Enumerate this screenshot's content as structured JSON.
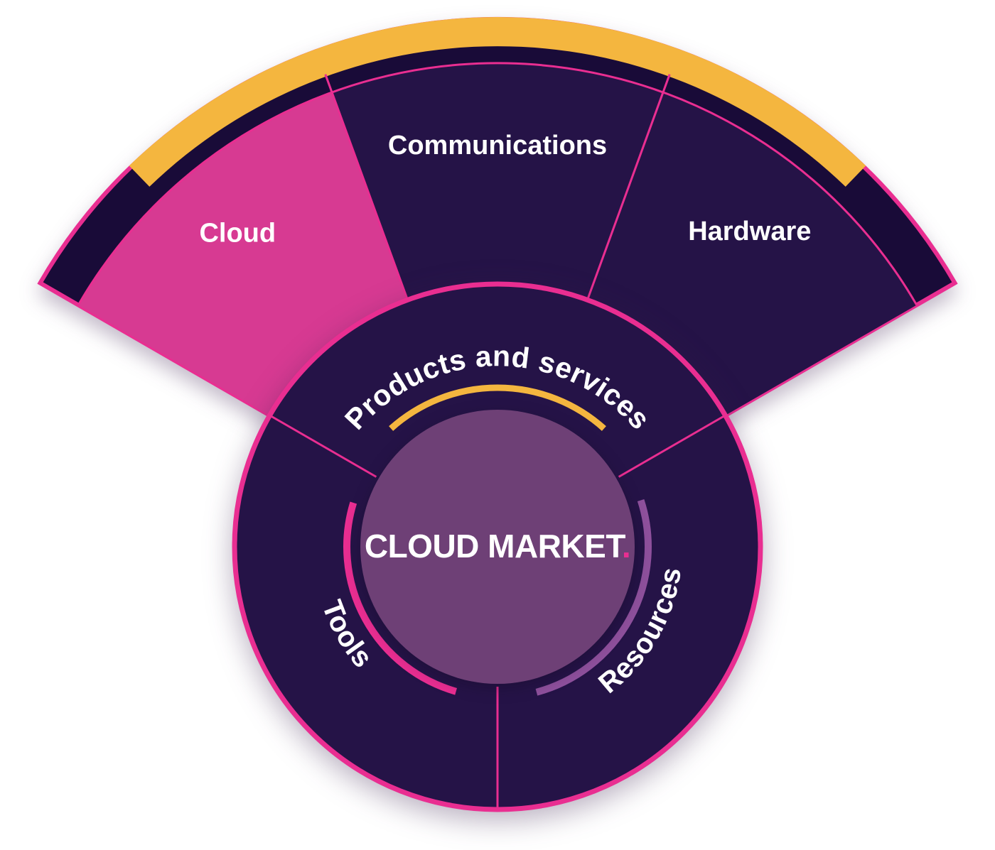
{
  "diagram": {
    "center": {
      "title": "CLOUD MARKET",
      "title_suffix": "."
    },
    "ring_sections": [
      {
        "label": "Products and services",
        "accent": "yellow-arc"
      },
      {
        "label": "Resources",
        "accent": "lavender-arc"
      },
      {
        "label": "Tools",
        "accent": "pink-arc"
      }
    ],
    "fan_segments": [
      {
        "label": "Cloud",
        "highlighted": true
      },
      {
        "label": "Communications",
        "highlighted": false
      },
      {
        "label": "Hardware",
        "highlighted": false
      }
    ],
    "colors": {
      "background": "#ffffff",
      "navy": "#251347",
      "navy_dark": "#190B38",
      "pink_line": "#E92E91",
      "cloud_pink": "#D73A92",
      "yellow": "#F4B63F",
      "purple": "#6E4076",
      "lavender": "#8E509C",
      "text": "#ffffff"
    }
  }
}
